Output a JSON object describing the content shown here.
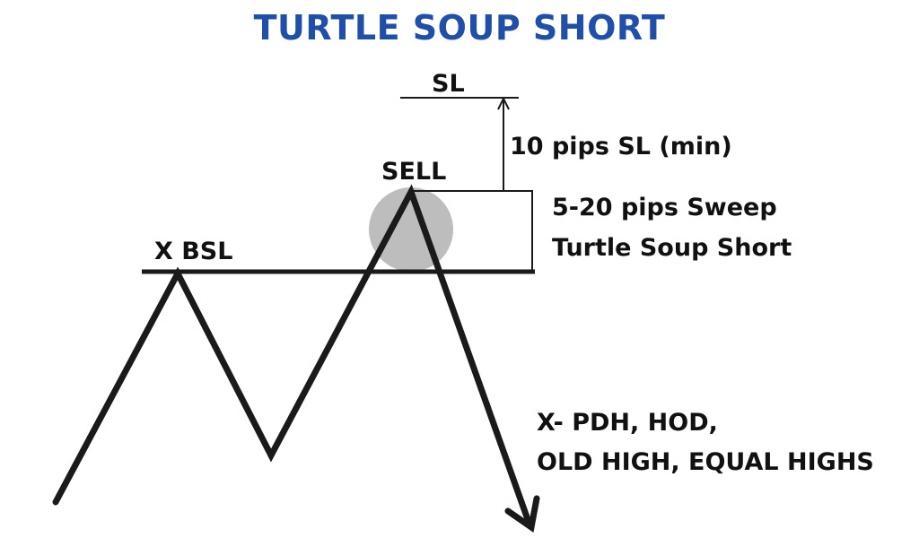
{
  "title": "TURTLE SOUP SHORT",
  "labels": {
    "stop_loss": "SL",
    "stop_loss_note": "10 pips SL (min)",
    "sell": "SELL",
    "sweep_line1": "5-20 pips Sweep",
    "sweep_line2": "Turtle Soup Short",
    "bsl": "X BSL",
    "targets_line1": "X- PDH, HOD,",
    "targets_line2": "OLD HIGH, EQUAL HIGHS"
  },
  "colors": {
    "title": "#1f4fa8",
    "lines": "#1a1a1a",
    "sweep_circle": "#bdbdbd"
  }
}
